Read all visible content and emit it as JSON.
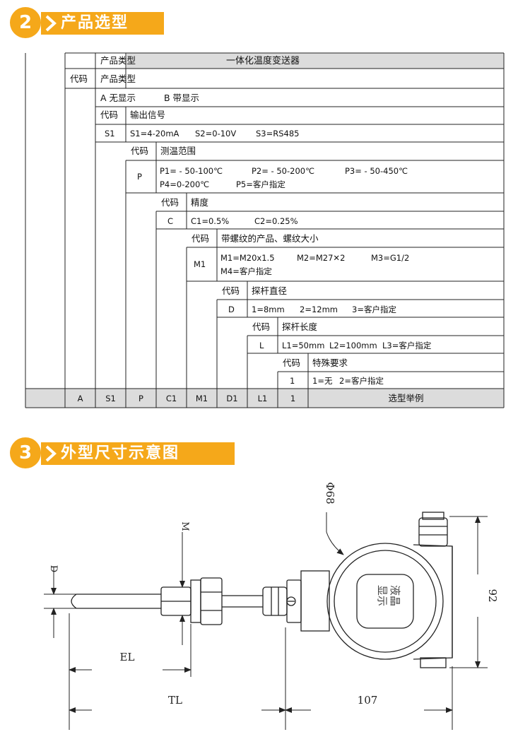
{
  "sections": {
    "selection": {
      "number": "2",
      "title": "产品选型"
    },
    "dimensions": {
      "number": "3",
      "title": "外型尺寸示意图"
    }
  },
  "table": {
    "top_product_type_label": "产品类型",
    "top_product_name": "一体化温度变送器",
    "code_label": "代码",
    "product_type_label": "产品类型",
    "display_option_a": "A 无显示",
    "display_option_b": "B 带显示",
    "output_label": "输出信号",
    "output_code": "S1",
    "output_s1": "S1=4-20mA",
    "output_s2": "S2=0-10V",
    "output_s3": "S3=RS485",
    "range_label": "测温范围",
    "range_code": "P",
    "range_p1": "P1= - 50-100℃",
    "range_p2": "P2= - 50-200℃",
    "range_p3": "P3= - 50-450℃",
    "range_p4": "P4=0-200℃",
    "range_p5": "P5=客户指定",
    "accuracy_label": "精度",
    "accuracy_code": "C",
    "accuracy_c1": "C1=0.5%",
    "accuracy_c2": "C2=0.25%",
    "thread_label": "带螺纹的产品、螺纹大小",
    "thread_code": "M1",
    "thread_m1": "M1=M20x1.5",
    "thread_m2": "M2=M27✕2",
    "thread_m3": "M3=G1/2",
    "thread_m4": "M4=客户指定",
    "diameter_label": "探杆直径",
    "diameter_code": "D",
    "diameter_1": "1=8mm",
    "diameter_2": "2=12mm",
    "diameter_3": "3=客户指定",
    "length_label": "探杆长度",
    "length_code": "L",
    "length_l1": "L1=50mm",
    "length_l2": "L2=100mm",
    "length_l3": "L3=客户指定",
    "special_label": "特殊要求",
    "special_code": "1",
    "special_1": "1=无",
    "special_2": "2=客户指定",
    "example": [
      "A",
      "S1",
      "P",
      "C1",
      "M1",
      "D1",
      "L1",
      "1"
    ],
    "example_label": "选型举例"
  },
  "drawing": {
    "dim_phi": "Φ68",
    "dim_m": "M",
    "dim_d": "D",
    "dim_el": "EL",
    "dim_tl": "TL",
    "dim_107": "107",
    "dim_92": "92",
    "display_text_1": "液晶",
    "display_text_2": "显示"
  },
  "colors": {
    "accent": "#f5a81a",
    "gray_band": "#dcdcdc"
  }
}
